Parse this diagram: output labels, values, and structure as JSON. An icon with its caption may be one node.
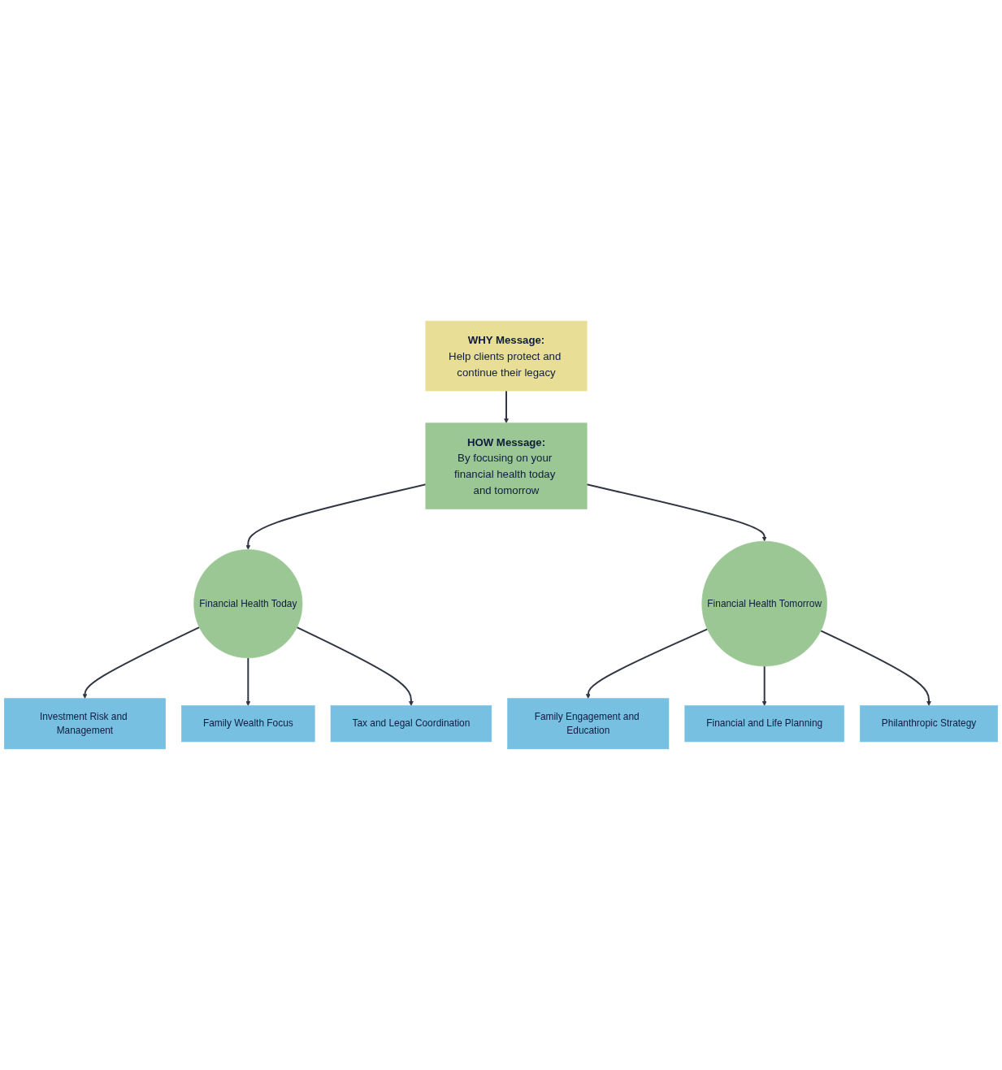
{
  "diagram": {
    "nodes": [
      {
        "text": [
          "WHY Message:",
          "Help clients protect and continue their legacy"
        ]
      },
      {
        "text": [
          "HOW Message:",
          "By focusing on your financial health today and tomorrow"
        ]
      },
      {
        "text": [
          "Financial Health Today"
        ]
      },
      {
        "text": [
          "Financial Health Tomorrow"
        ]
      },
      {
        "text": [
          "Investment Risk and Management"
        ]
      },
      {
        "text": [
          "Family Wealth Focus"
        ]
      },
      {
        "text": [
          "Family Engagement and Education"
        ]
      },
      {
        "text": [
          "Financial and Life Planning"
        ]
      },
      {
        "text": [
          "Tax and Legal Coordination"
        ]
      },
      {
        "text": [
          "Philanthropic Strategy"
        ]
      }
    ],
    "edges": [
      {
        "from": 0,
        "to": 1,
        "arrow": "to"
      },
      {
        "from": 1,
        "to": 2,
        "arrow": "to"
      },
      {
        "from": 1,
        "to": 3,
        "arrow": "to"
      },
      {
        "from": 2,
        "to": 4,
        "arrow": "to"
      },
      {
        "from": 2,
        "to": 5,
        "arrow": "to"
      },
      {
        "from": 2,
        "to": 8,
        "arrow": "to"
      },
      {
        "from": 3,
        "to": 6,
        "arrow": "to"
      },
      {
        "from": 3,
        "to": 7,
        "arrow": "to"
      },
      {
        "from": 3,
        "to": 9,
        "arrow": "to"
      }
    ]
  }
}
